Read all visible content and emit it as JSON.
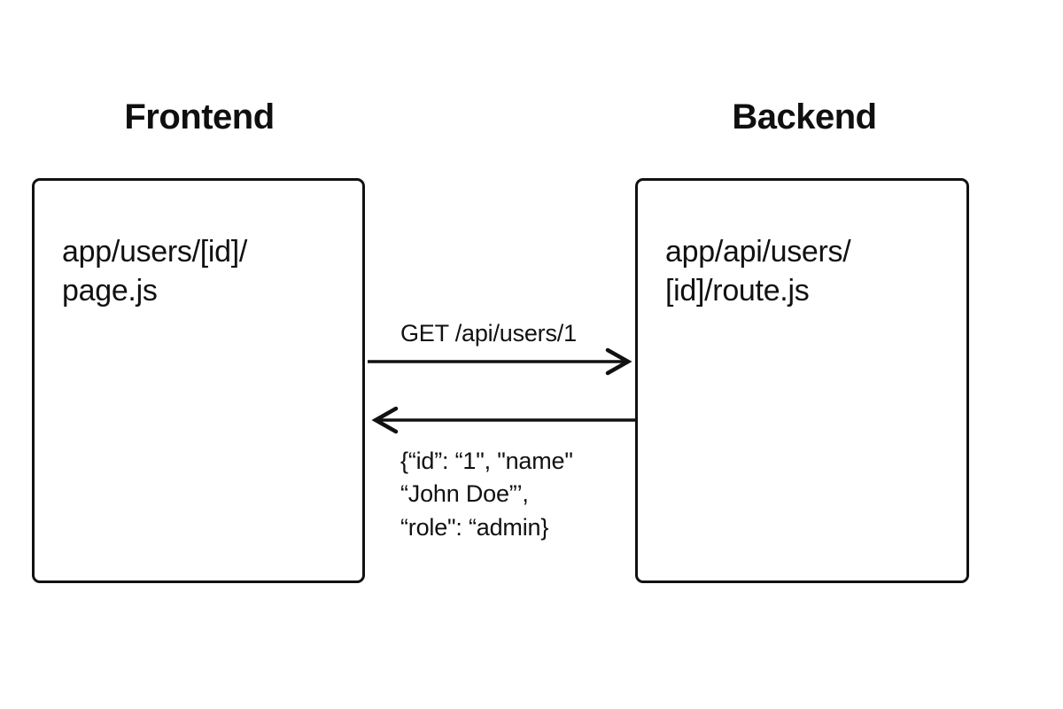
{
  "diagram": {
    "title": "Frontend Backend API Flow",
    "background_color": "#ffffff",
    "stroke_color": "#111111",
    "text_color": "#111111",
    "columns": {
      "frontend_title": "Frontend",
      "backend_title": "Backend"
    },
    "nodes": [
      {
        "id": "frontend-node",
        "label": "app/users/[id]/\npage.js",
        "column": "Frontend"
      },
      {
        "id": "backend-node",
        "label": "app/api/users/\n[id]/route.js",
        "column": "Backend"
      }
    ],
    "edges": [
      {
        "id": "request-edge",
        "from": "frontend-node",
        "to": "backend-node",
        "direction": "right",
        "label": "GET /api/users/1"
      },
      {
        "id": "response-edge",
        "from": "backend-node",
        "to": "frontend-node",
        "direction": "left",
        "label": "{“id”: “1\", \"name\"\n“John Doe”’,\n“role\": “admin}"
      }
    ]
  }
}
